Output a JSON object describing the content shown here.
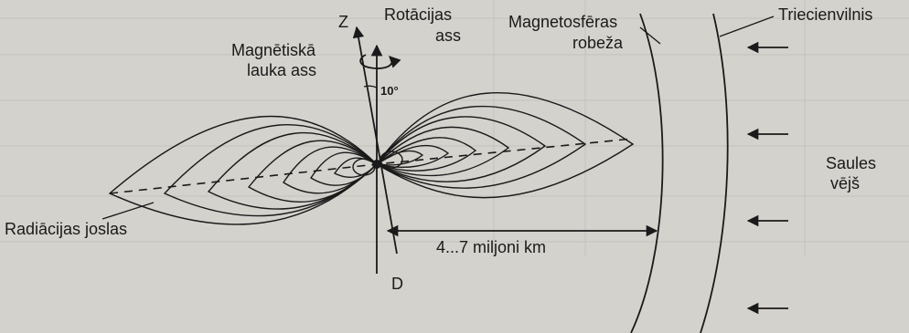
{
  "labels": {
    "z_axis": "Z",
    "rotation_axis": [
      "Rotācijas",
      "ass"
    ],
    "magnetic_axis": [
      "Magnētiskā",
      "lauka ass"
    ],
    "tilt_angle": "10°",
    "magnetosphere_boundary": [
      "Magnetosfēras",
      "robeža"
    ],
    "shock_wave": "Triecienvilnis",
    "solar_wind": [
      "Saules",
      "vējš"
    ],
    "radiation_belts": "Radiācijas joslas",
    "distance": "4...7 miljoni km",
    "d_axis": "D"
  },
  "icons": {
    "rotation": "rotation-arrow-icon",
    "wind": "left-arrow-icon"
  }
}
